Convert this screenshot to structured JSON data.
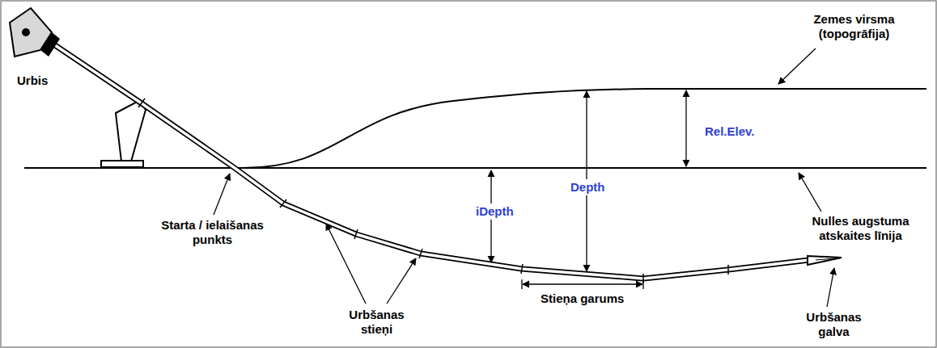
{
  "diagram": {
    "labels": [
      "Urbis",
      "Zemes virsma (topogrāfija)",
      "Rel.Elev.",
      "Depth",
      "iDepth",
      "Starta / ielaišanas punkts",
      "Nulles augstuma atskaites līnija",
      "Urbšanas stieņi",
      "Stieņa garums",
      "Urbšanas galva"
    ]
  }
}
